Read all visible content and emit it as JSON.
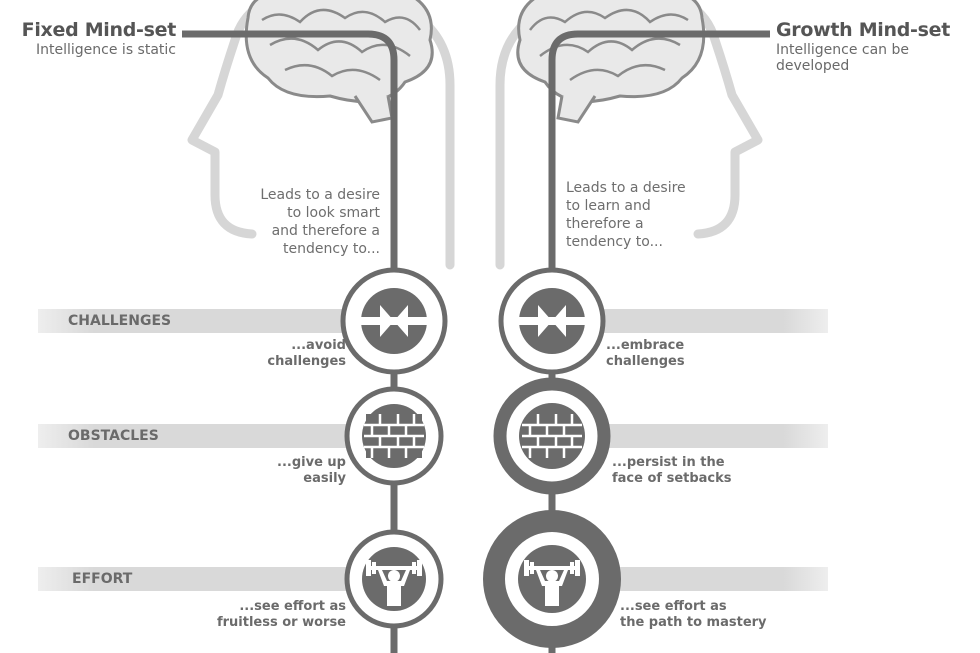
{
  "fixed": {
    "title": "Fixed Mind-set",
    "subtitle": "Intelligence is static",
    "lead": "Leads to a desire\nto look smart\nand therefore a\ntendency to..."
  },
  "growth": {
    "title": "Growth Mind-set",
    "subtitle": "Intelligence can be developed",
    "lead": "Leads to a desire\nto learn and\ntherefore a\ntendency to..."
  },
  "rows": [
    {
      "label": "CHALLENGES",
      "icon": "arrows-converging-icon",
      "fixed": "...avoid\nchallenges",
      "growth": "...embrace\nchallenges"
    },
    {
      "label": "OBSTACLES",
      "icon": "brick-wall-icon",
      "fixed": "...give up\neasily",
      "growth": "...persist in the\nface of setbacks"
    },
    {
      "label": "EFFORT",
      "icon": "weightlifter-icon",
      "fixed": "...see effort as\nfruitless or worse",
      "growth": "...see effort as\nthe path to mastery"
    }
  ],
  "colors": {
    "path": "#6b6b6b",
    "band": "#dcdcdc",
    "head_outline": "#d6d6d6",
    "brain": "#8a8a8a",
    "icon_fill": "#6b6b6b"
  }
}
